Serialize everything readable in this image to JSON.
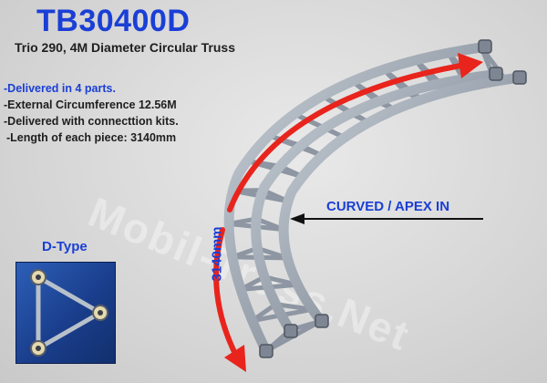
{
  "header": {
    "product_code": "TB30400D",
    "subtitle": "Trio 290, 4M Diameter Circular Truss"
  },
  "specs": [
    "-Delivered in 4 parts.",
    "-External Circumference 12.56M",
    "-Delivered with connecttion kits.",
    "-Length of each piece: 3140mm"
  ],
  "labels": {
    "apex": "CURVED / APEX IN",
    "length": "3140mm",
    "dtype": "D-Type"
  },
  "watermark": "Mobil-Truss.Net",
  "colors": {
    "title_blue": "#1a3fd6",
    "arrow_red": "#e8241c",
    "truss_grey": "#9aa3ae",
    "panel_blue": "#1f4a9e"
  }
}
